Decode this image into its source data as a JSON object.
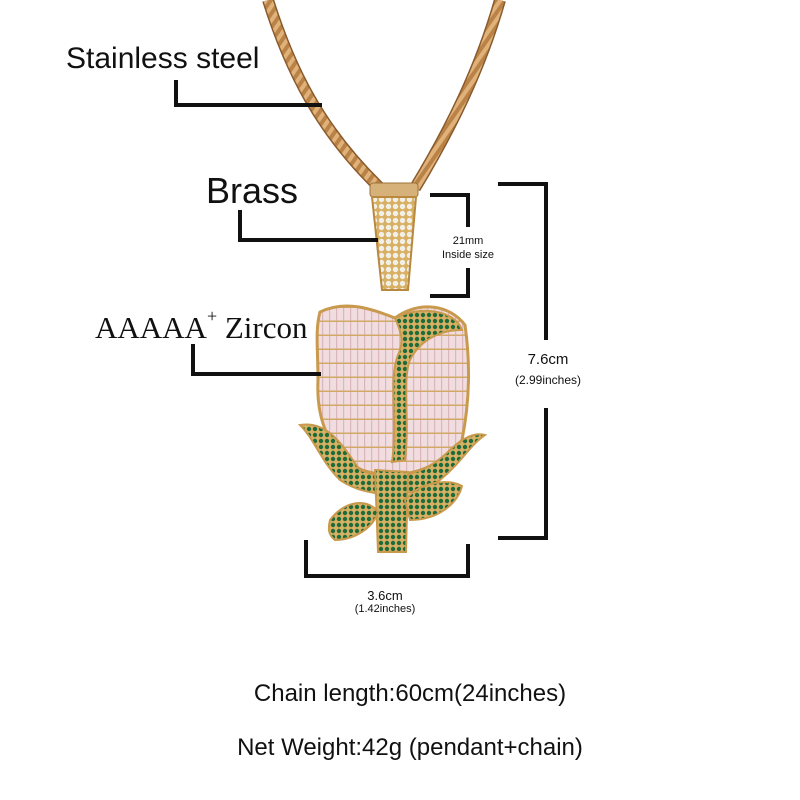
{
  "labels": {
    "chain_material": "Stainless steel",
    "bail_material": "Brass",
    "stone_grade": "AAAAA",
    "stone_grade_sup": "+",
    "stone_type": "Zircon"
  },
  "dimensions": {
    "bail_inside": {
      "value": "21mm",
      "caption": "Inside size"
    },
    "height": {
      "value": "7.6cm",
      "imperial": "(2.99inches)"
    },
    "width": {
      "value": "3.6cm",
      "imperial": "(1.42inches)"
    }
  },
  "specs": {
    "chain_length": "Chain length:60cm(24inches)",
    "net_weight": "Net Weight:42g (pendant+chain)"
  },
  "colors": {
    "gold": "#c89a55",
    "gold_dark": "#8a5a2b",
    "rose_pink": "#e8c9cf",
    "leaf_green": "#1f6b3a",
    "line": "#111111"
  }
}
